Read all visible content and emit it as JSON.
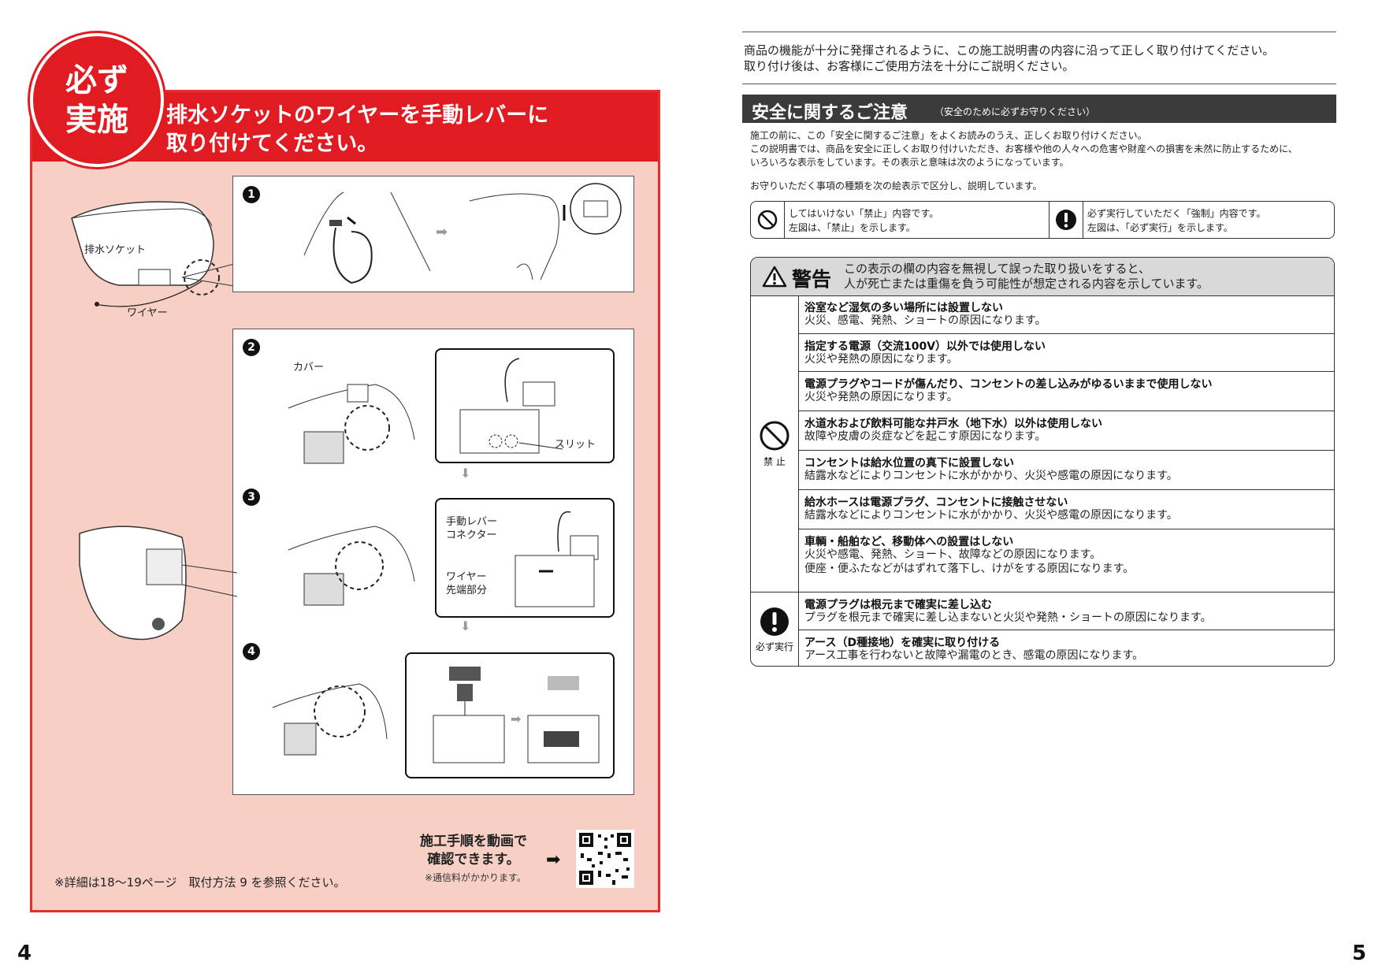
{
  "left_page": {
    "badge": "必ず\n実施",
    "header_title": "排水ソケットのワイヤーを手動レバーに\n取り付けてください。",
    "labels": {
      "drain_socket": "排水ソケット",
      "wire": "ワイヤー",
      "cover": "カバー",
      "slit": "スリット",
      "lever_connector": "手動レバー\nコネクター",
      "wire_tip": "ワイヤー\n先端部分"
    },
    "steps": [
      "1",
      "2",
      "3",
      "4"
    ],
    "note": "※詳細は18〜19ページ　取付方法 9 を参照ください。",
    "video_label": "施工手順を動画で\n確認できます。",
    "video_fee": "※通信料がかかります。",
    "page_number": "4"
  },
  "right_page": {
    "intro": "商品の機能が十分に発揮されるように、この施工説明書の内容に沿って正しく取り付けてください。\n取り付け後は、お客様にご使用方法を十分にご説明ください。",
    "section_title": "安全に関するご注意",
    "section_sub": "（安全のために必ずお守りください）",
    "para1": "施工の前に、この「安全に関するご注意」をよくお読みのうえ、正しくお取り付けください。\nこの説明書では、商品を安全に正しくお取り付けいただき、お客様や他の人々への危害や財産への損害を未然に防止するために、\nいろいろな表示をしています。その表示と意味は次のようになっています。",
    "para2": "お守りいただく事項の種類を次の絵表示で区分し、説明しています。",
    "symbols": [
      {
        "icon": "prohibition-icon",
        "text": "してはいけない「禁止」内容です。\n左図は、「禁止」を示します。"
      },
      {
        "icon": "mandatory-icon",
        "text": "必ず実行していただく「強制」内容です。\n左図は、「必ず実行」を示します。"
      }
    ],
    "warning": {
      "title": "警告",
      "desc": "この表示の欄の内容を無視して誤った取り扱いをすると、\n人が死亡または重傷を負う可能性が想定される内容を示しています。",
      "prohibit_label": "禁 止",
      "mandatory_label": "必ず実行",
      "prohibit_items": [
        {
          "head": "浴室など湿気の多い場所には設置しない",
          "detail": "火災、感電、発熱、ショートの原因になります。"
        },
        {
          "head": "指定する電源（交流100V）以外では使用しない",
          "detail": "火災や発熱の原因になります。"
        },
        {
          "head": "電源プラグやコードが傷んだり、コンセントの差し込みがゆるいままで使用しない",
          "detail": "火災や発熱の原因になります。"
        },
        {
          "head": "水道水および飲料可能な井戸水（地下水）以外は使用しない",
          "detail": "故障や皮膚の炎症などを起こす原因になります。"
        },
        {
          "head": "コンセントは給水位置の真下に設置しない",
          "detail": "結露水などによりコンセントに水がかかり、火災や感電の原因になります。"
        },
        {
          "head": "給水ホースは電源プラグ、コンセントに接触させない",
          "detail": "結露水などによりコンセントに水がかかり、火災や感電の原因になります。"
        },
        {
          "head": "車輌・船舶など、移動体への設置はしない",
          "detail": "火災や感電、発熱、ショート、故障などの原因になります。\n便座・便ふたなどがはずれて落下し、けがをする原因になります。"
        }
      ],
      "mandatory_items": [
        {
          "head": "電源プラグは根元まで確実に差し込む",
          "detail": "プラグを根元まで確実に差し込まないと火災や発熱・ショートの原因になります。"
        },
        {
          "head": "アース（D種接地）を確実に取り付ける",
          "detail": "アース工事を行わないと故障や漏電のとき、感電の原因になります。"
        }
      ]
    },
    "page_number": "5"
  },
  "colors": {
    "accent_red": "#e11b22",
    "panel_pink": "#f7cfc4",
    "header_dark": "#3b3b3b",
    "warning_gray": "#d9d9d9"
  }
}
